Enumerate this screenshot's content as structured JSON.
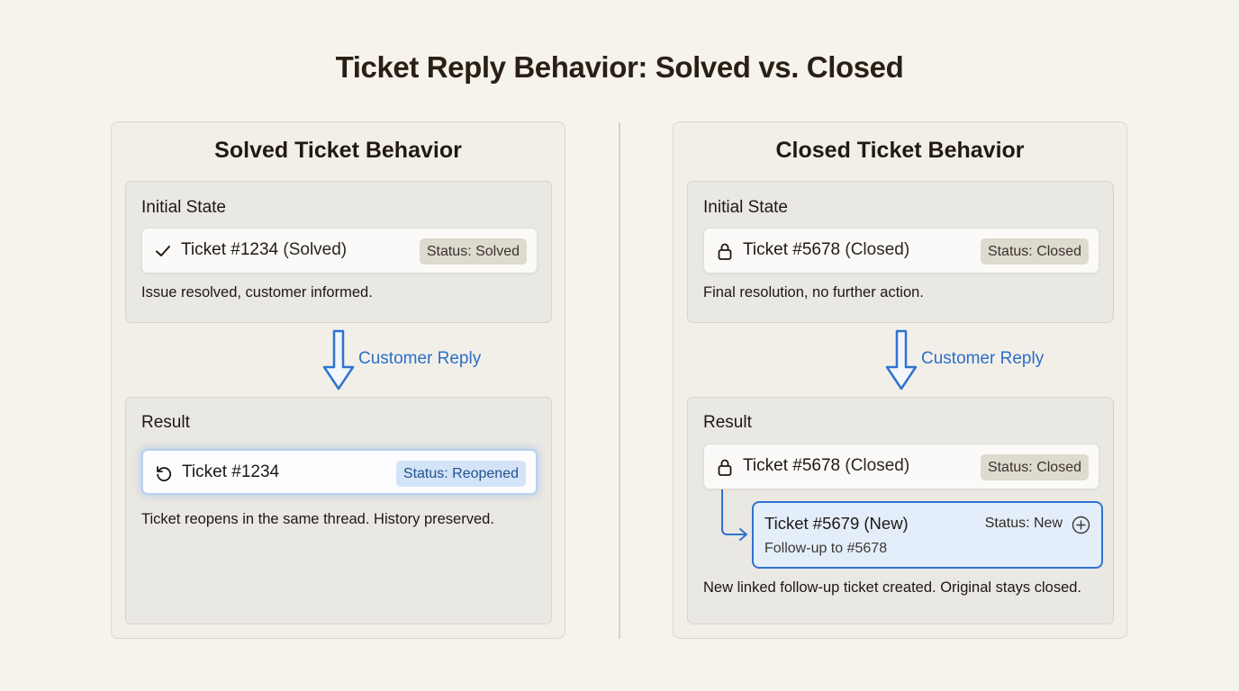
{
  "title": "Ticket Reply Behavior: Solved vs. Closed",
  "colors": {
    "background": "#f6f3ec",
    "accent_blue": "#2f73cf",
    "reopened_pill": "#d3e3f8",
    "status_pill": "#dfdad0",
    "followup_fill": "#e4eefb"
  },
  "solved": {
    "title": "Solved Ticket Behavior",
    "initial": {
      "label": "Initial State",
      "ticket": {
        "icon": "checkmark-icon",
        "name": "Ticket #1234",
        "suffix": " (Solved)",
        "status": "Status: Solved"
      },
      "description": "Issue resolved, customer informed."
    },
    "reply": {
      "icon": "down-arrow-icon",
      "label": "Customer Reply"
    },
    "result": {
      "label": "Result",
      "ticket": {
        "icon": "refresh-icon",
        "name": "Ticket #1234",
        "status": "Status: Reopened"
      },
      "description": "Ticket reopens in the same thread. History preserved."
    }
  },
  "closed": {
    "title": "Closed Ticket Behavior",
    "initial": {
      "label": "Initial State",
      "ticket": {
        "icon": "lock-icon",
        "name": "Ticket #5678",
        "suffix": " (Closed)",
        "status": "Status: Closed"
      },
      "description": "Final resolution, no further action."
    },
    "reply": {
      "icon": "down-arrow-icon",
      "label": "Customer Reply"
    },
    "result": {
      "label": "Result",
      "ticket": {
        "icon": "lock-icon",
        "name": "Ticket #5678",
        "suffix": " (Closed)",
        "status": "Status: Closed"
      },
      "followup": {
        "name": "Ticket #5679",
        "suffix": " (New)",
        "status": "Status: New",
        "icon": "plus-circle-icon",
        "subtitle": "Follow-up to #5678"
      },
      "description": "New linked follow-up ticket created. Original stays closed."
    }
  }
}
